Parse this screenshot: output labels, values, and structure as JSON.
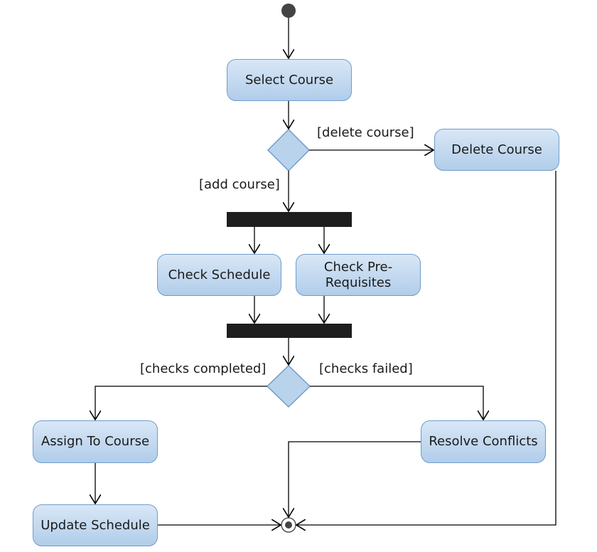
{
  "activities": {
    "select_course": "Select Course",
    "delete_course": "Delete Course",
    "check_schedule": "Check Schedule",
    "check_prerequisites": "Check Pre-Requisites",
    "assign_to_course": "Assign To Course",
    "resolve_conflicts": "Resolve Conflicts",
    "update_schedule": "Update Schedule"
  },
  "guards": {
    "delete_course": "[delete course]",
    "add_course": "[add course]",
    "checks_completed": "[checks completed]",
    "checks_failed": "[checks failed]"
  },
  "colors": {
    "node_fill_top": "#d8e7f6",
    "node_fill_bottom": "#b1cdea",
    "node_border": "#6f9ccc",
    "bar": "#1e1e1e",
    "edge": "#000000"
  }
}
